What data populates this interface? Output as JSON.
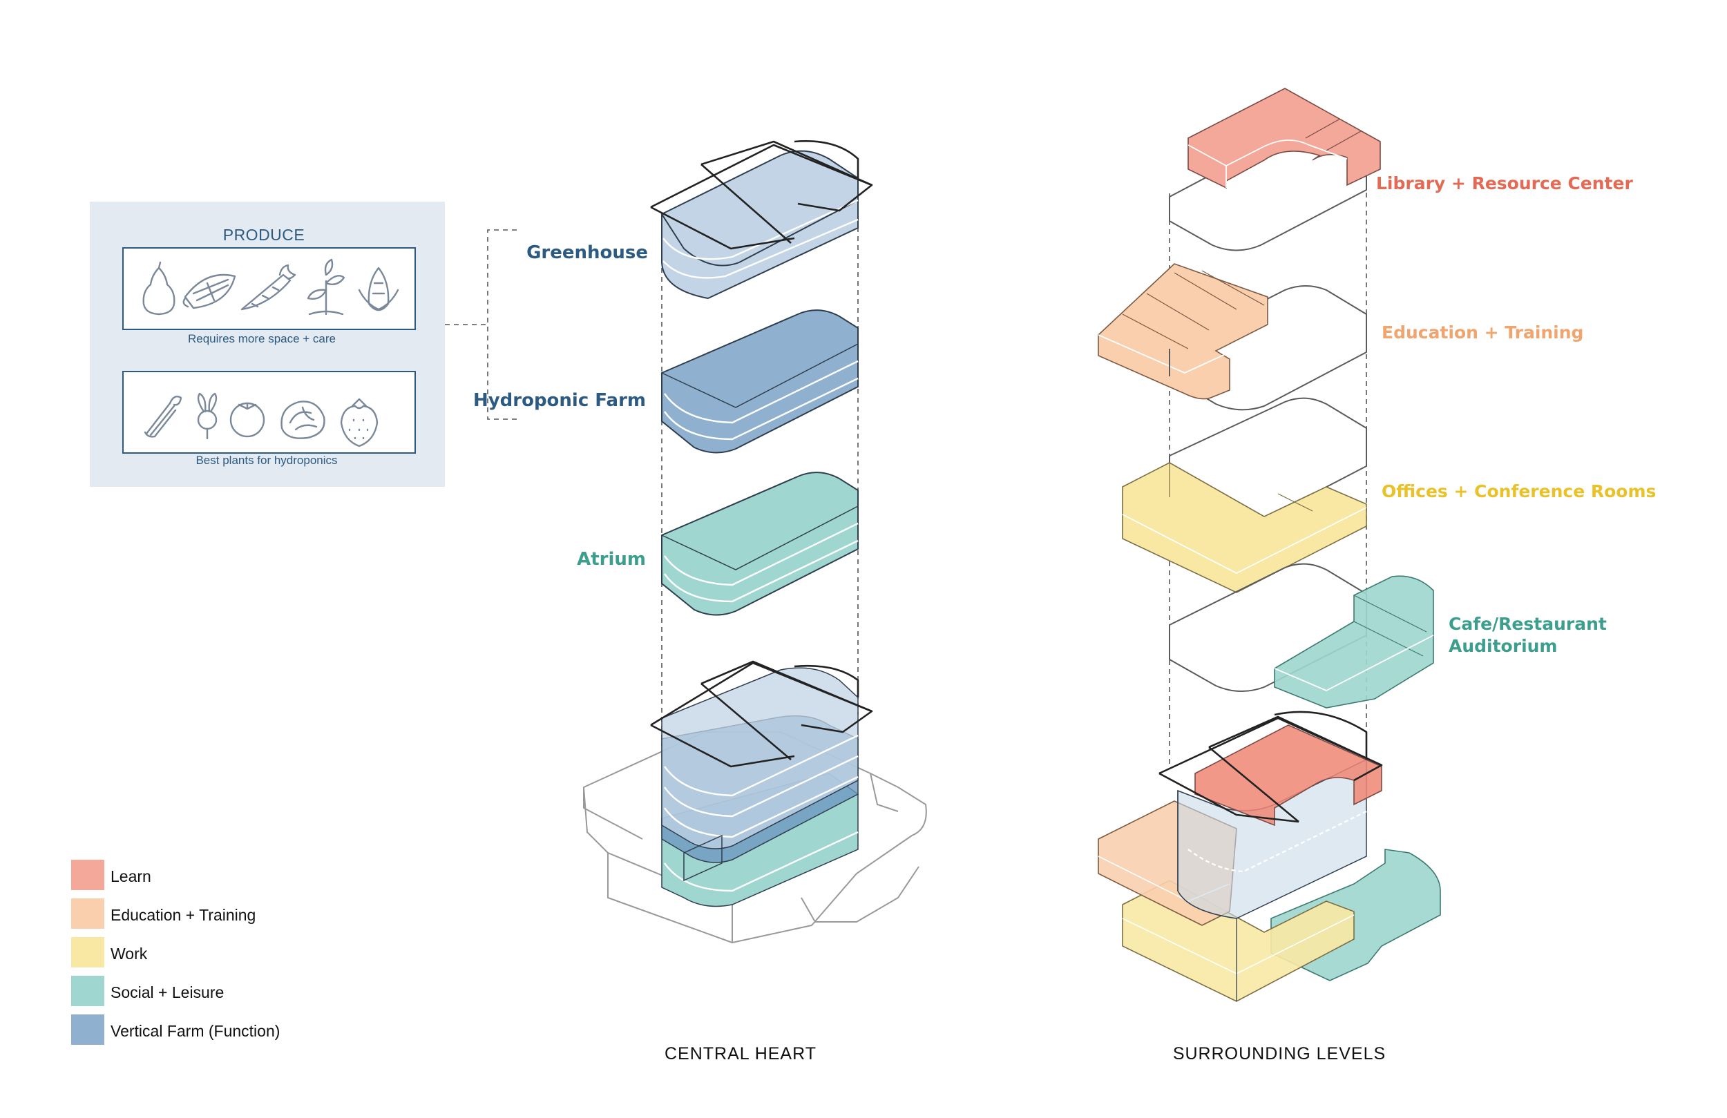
{
  "colors": {
    "learn": "#f4a89a",
    "education": "#f9cfae",
    "work": "#f8e8a4",
    "social": "#9fd6cf",
    "farm": "#8fb1cf",
    "greenhouse": "#c2d4e5",
    "produce_panel": "#e3eaf2",
    "text_dark_blue": "#2d5a80",
    "text_teal": "#3d9e8e",
    "text_learn": "#e36a55",
    "text_education": "#f0a56f",
    "text_work": "#e9c229"
  },
  "produce": {
    "title": "PRODUCE",
    "box1_caption": "Requires more space + care",
    "box1_icons": [
      "squash-icon",
      "corn-cob-icon",
      "carrot-icon",
      "seedling-icon",
      "corn-husk-icon"
    ],
    "box2_caption": "Best plants for hydroponics",
    "box2_icons": [
      "celery-icon",
      "beet-icon",
      "tomato-icon",
      "cabbage-icon",
      "strawberry-icon"
    ]
  },
  "central": {
    "greenhouse": "Greenhouse",
    "hydroponic": "Hydroponic Farm",
    "atrium": "Atrium",
    "caption": "CENTRAL HEART"
  },
  "surrounding": {
    "library": "Library + Resource Center",
    "education": "Education + Training",
    "offices": "Offices + Conference Rooms",
    "cafe_line1": "Cafe/Restaurant",
    "cafe_line2": "Auditorium",
    "caption": "SURROUNDING LEVELS"
  },
  "legend": [
    {
      "label": "Learn",
      "color": "#f4a89a"
    },
    {
      "label": "Education + Training",
      "color": "#f9cfae"
    },
    {
      "label": "Work",
      "color": "#f8e8a4"
    },
    {
      "label": "Social + Leisure",
      "color": "#9fd6cf"
    },
    {
      "label": "Vertical Farm (Function)",
      "color": "#8fb1cf"
    }
  ]
}
